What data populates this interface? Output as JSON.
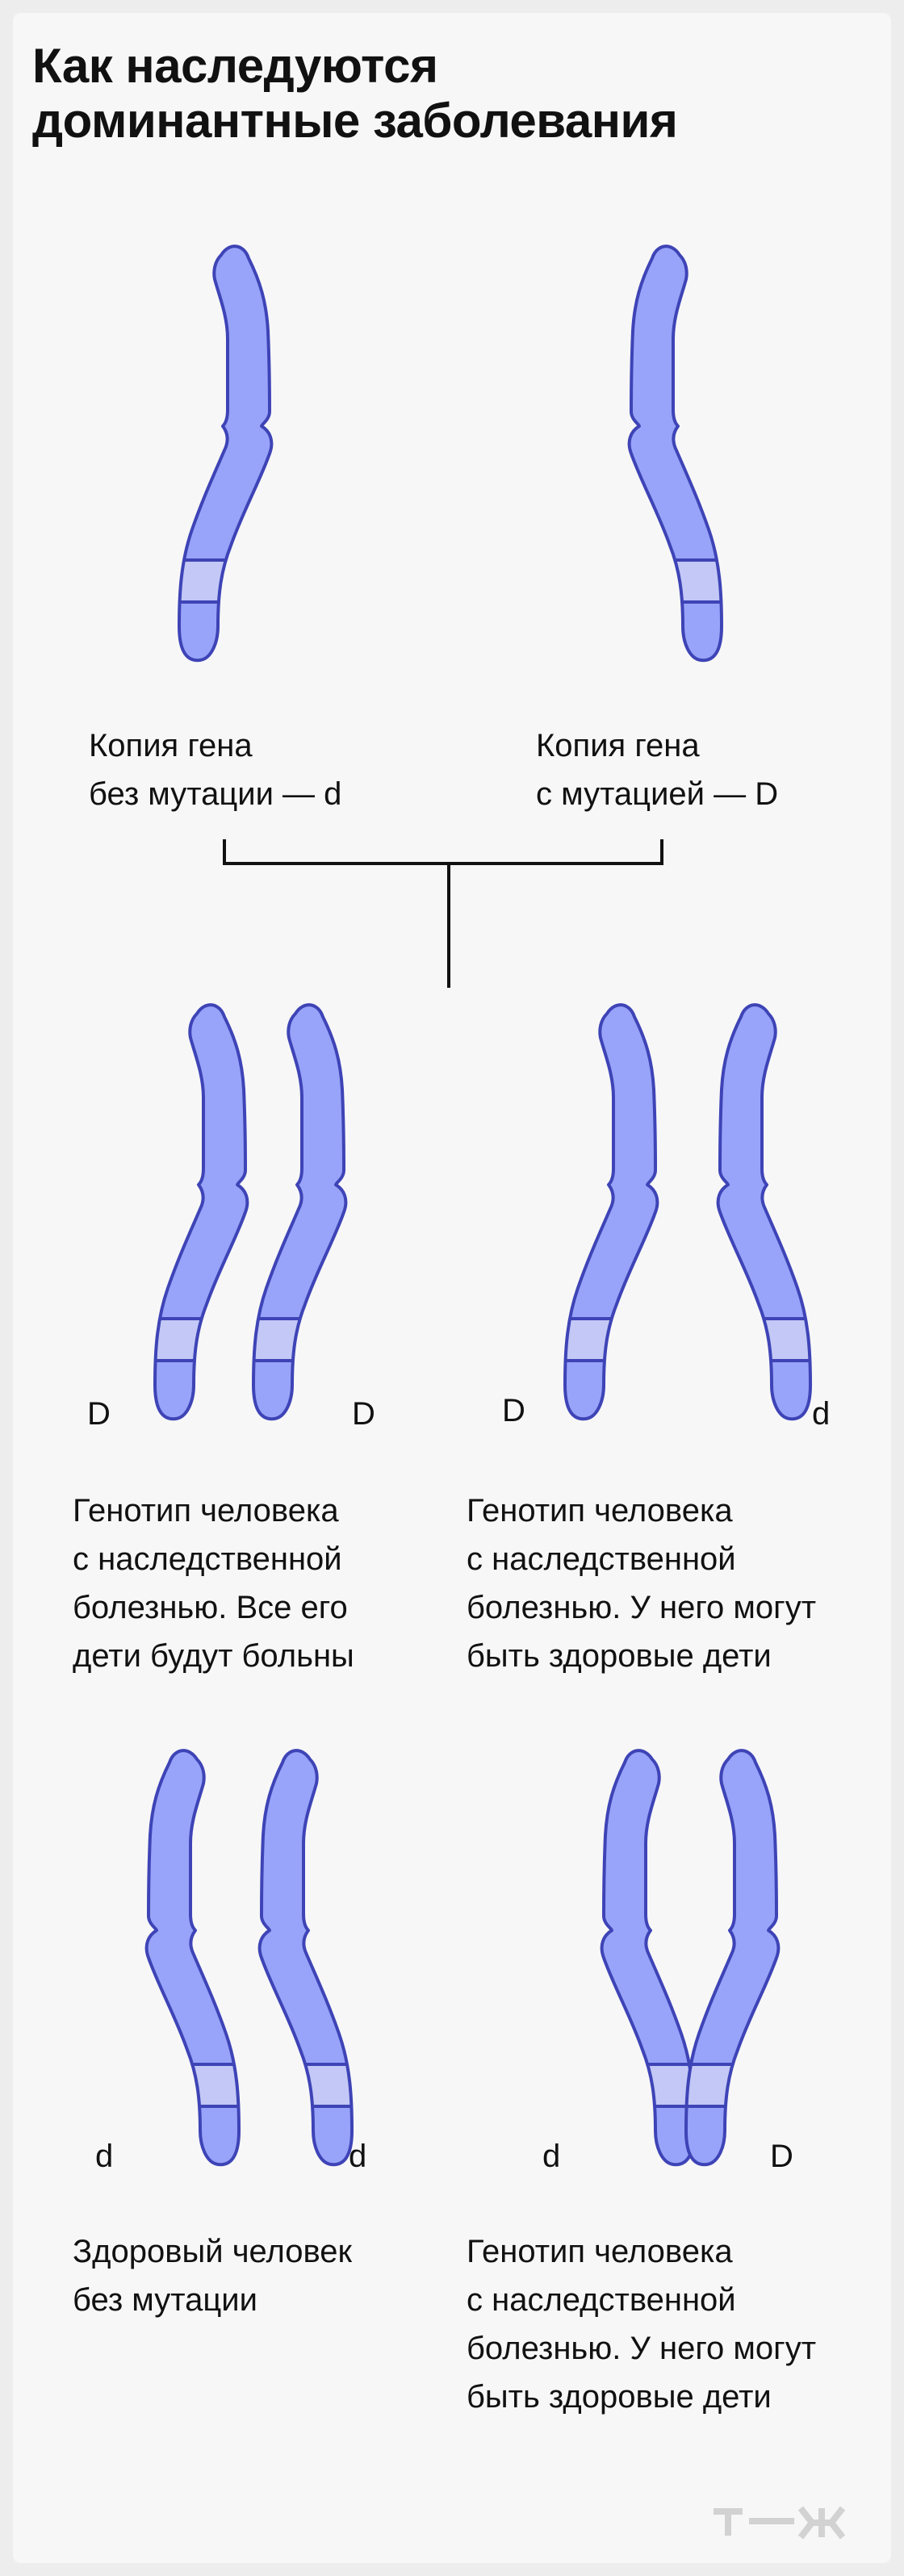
{
  "title": {
    "line1": "Как наследуются",
    "line2": "доминантные заболевания"
  },
  "parents": [
    {
      "caption": [
        "Копия гена",
        "без мутации — d"
      ],
      "allele": "d"
    },
    {
      "caption": [
        "Копия гена",
        "с мутацией — D"
      ],
      "allele": "D"
    }
  ],
  "genotypes": [
    {
      "alleles": [
        "D",
        "D"
      ],
      "caption": [
        "Генотип человека",
        "с наследственной",
        "болезнью. Все его",
        "дети будут больны"
      ]
    },
    {
      "alleles": [
        "D",
        "d"
      ],
      "caption": [
        "Генотип человека",
        "с наследственной",
        "болезнью. У него могут",
        "быть здоровые дети"
      ]
    },
    {
      "alleles": [
        "d",
        "d"
      ],
      "caption": [
        "Здоровый человек",
        "без мутации"
      ]
    },
    {
      "alleles": [
        "d",
        "D"
      ],
      "caption": [
        "Генотип человека",
        "с наследственной",
        "болезнью. У него могут",
        "быть здоровые дети"
      ]
    }
  ],
  "colors": {
    "chromosome_fill": "#98a4f9",
    "chromosome_band": "#c3c8f6",
    "chromosome_outline": "#3e44b6",
    "line": "#111111",
    "logo": "#d2d2d2"
  },
  "logo": {
    "icon": "tzh-logo-icon"
  }
}
